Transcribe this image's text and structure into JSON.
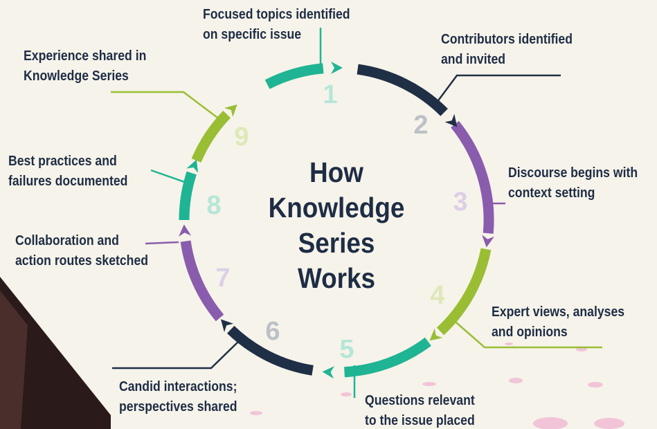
{
  "title": [
    "How",
    "Knowledge",
    "Series",
    "Works"
  ],
  "colors": {
    "navy": "#1f2f46",
    "teal": "#1fb493",
    "purple": "#8a5cad",
    "green": "#99be34",
    "text": "#1e2d45"
  },
  "steps": [
    {
      "number": "1",
      "color": "teal",
      "lines": [
        "Focused topics identified",
        "on specific issue"
      ]
    },
    {
      "number": "2",
      "color": "navy",
      "lines": [
        "Contributors identified",
        "and invited"
      ]
    },
    {
      "number": "3",
      "color": "purple",
      "lines": [
        "Discourse begins with",
        "context setting"
      ]
    },
    {
      "number": "4",
      "color": "green",
      "lines": [
        "Expert views, analyses",
        "and opinions"
      ]
    },
    {
      "number": "5",
      "color": "teal",
      "lines": [
        "Questions relevant",
        "to the issue placed"
      ]
    },
    {
      "number": "6",
      "color": "navy",
      "lines": [
        "Candid interactions;",
        "perspectives shared"
      ]
    },
    {
      "number": "7",
      "color": "purple",
      "lines": [
        "Collaboration and",
        "action routes sketched"
      ]
    },
    {
      "number": "8",
      "color": "teal",
      "lines": [
        "Best practices and",
        "failures documented"
      ]
    },
    {
      "number": "9",
      "color": "green",
      "lines": [
        "Experience shared in",
        "Knowledge Series"
      ]
    }
  ]
}
